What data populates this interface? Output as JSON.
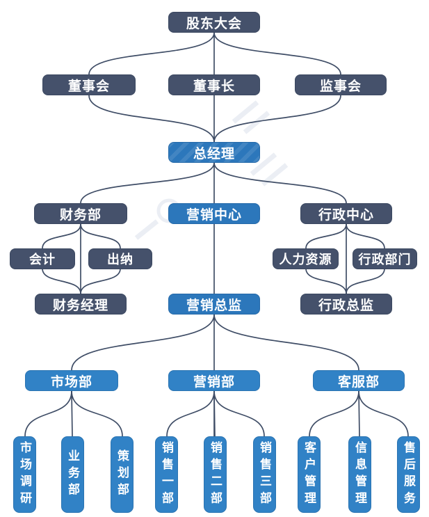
{
  "diagram": {
    "type": "org-chart",
    "nodes": {
      "shareholders": {
        "label": "股东大会"
      },
      "board": {
        "label": "董事会"
      },
      "chairman": {
        "label": "董事长"
      },
      "supervisory": {
        "label": "监事会"
      },
      "general_manager": {
        "label": "总经理"
      },
      "finance_dept": {
        "label": "财务部"
      },
      "marketing_center": {
        "label": "营销中心"
      },
      "admin_center": {
        "label": "行政中心"
      },
      "accounting": {
        "label": "会计"
      },
      "cashier": {
        "label": "出纳"
      },
      "hr": {
        "label": "人力资源"
      },
      "admin_dept": {
        "label": "行政部门"
      },
      "finance_manager": {
        "label": "财务经理"
      },
      "marketing_director": {
        "label": "营销总监"
      },
      "admin_director": {
        "label": "行政总监"
      },
      "market_dept": {
        "label": "市场部"
      },
      "sales_dept": {
        "label": "营销部"
      },
      "service_dept": {
        "label": "客服部"
      },
      "market_research": {
        "label": "市场调研"
      },
      "business_dept": {
        "label": "业务部"
      },
      "planning_dept": {
        "label": "策划部"
      },
      "sales_one": {
        "label": "销售一部"
      },
      "sales_two": {
        "label": "销售二部"
      },
      "sales_three": {
        "label": "销售三部"
      },
      "customer_mgmt": {
        "label": "客户管理"
      },
      "info_mgmt": {
        "label": "信息管理"
      },
      "after_sales": {
        "label": "售后服务"
      }
    },
    "colors": {
      "dark_node": "#45516B",
      "blue_node": "#2C77BB",
      "light_blue_node": "#3182C6",
      "connector": "#3F4D66"
    }
  }
}
